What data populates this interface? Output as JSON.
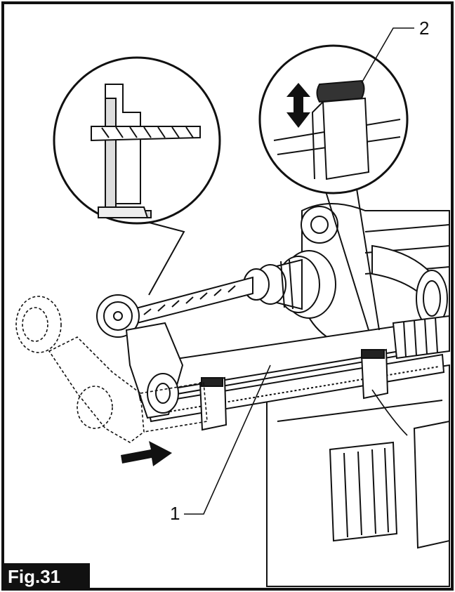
{
  "figure": {
    "label": "Fig.31",
    "callouts": [
      {
        "id": "1",
        "text": "1"
      },
      {
        "id": "2",
        "text": "2"
      }
    ]
  },
  "colors": {
    "line": "#111111",
    "background": "#ffffff",
    "label_bg": "#111111",
    "label_text": "#ffffff"
  }
}
